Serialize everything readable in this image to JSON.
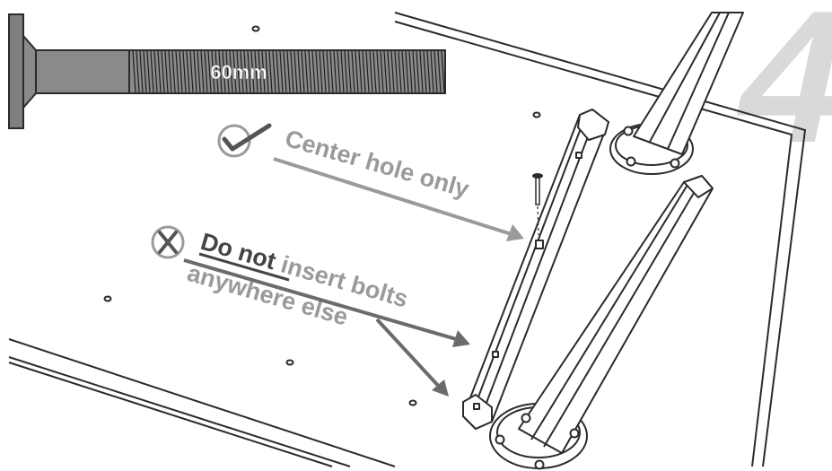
{
  "step": {
    "number": "4"
  },
  "bolt": {
    "length_label": "60mm"
  },
  "instructions": {
    "correct": {
      "text": "Center hole only"
    },
    "incorrect": {
      "emphasis": "Do not",
      "rest": " insert bolts",
      "line2": "anywhere else"
    }
  },
  "colors": {
    "line": "#2b2b2b",
    "annotation_gray": "#9a9a9a",
    "arrow_dark": "#6b6b6b",
    "step_number": "#d9d9d9",
    "bolt_fill": "#8a8a8a"
  }
}
